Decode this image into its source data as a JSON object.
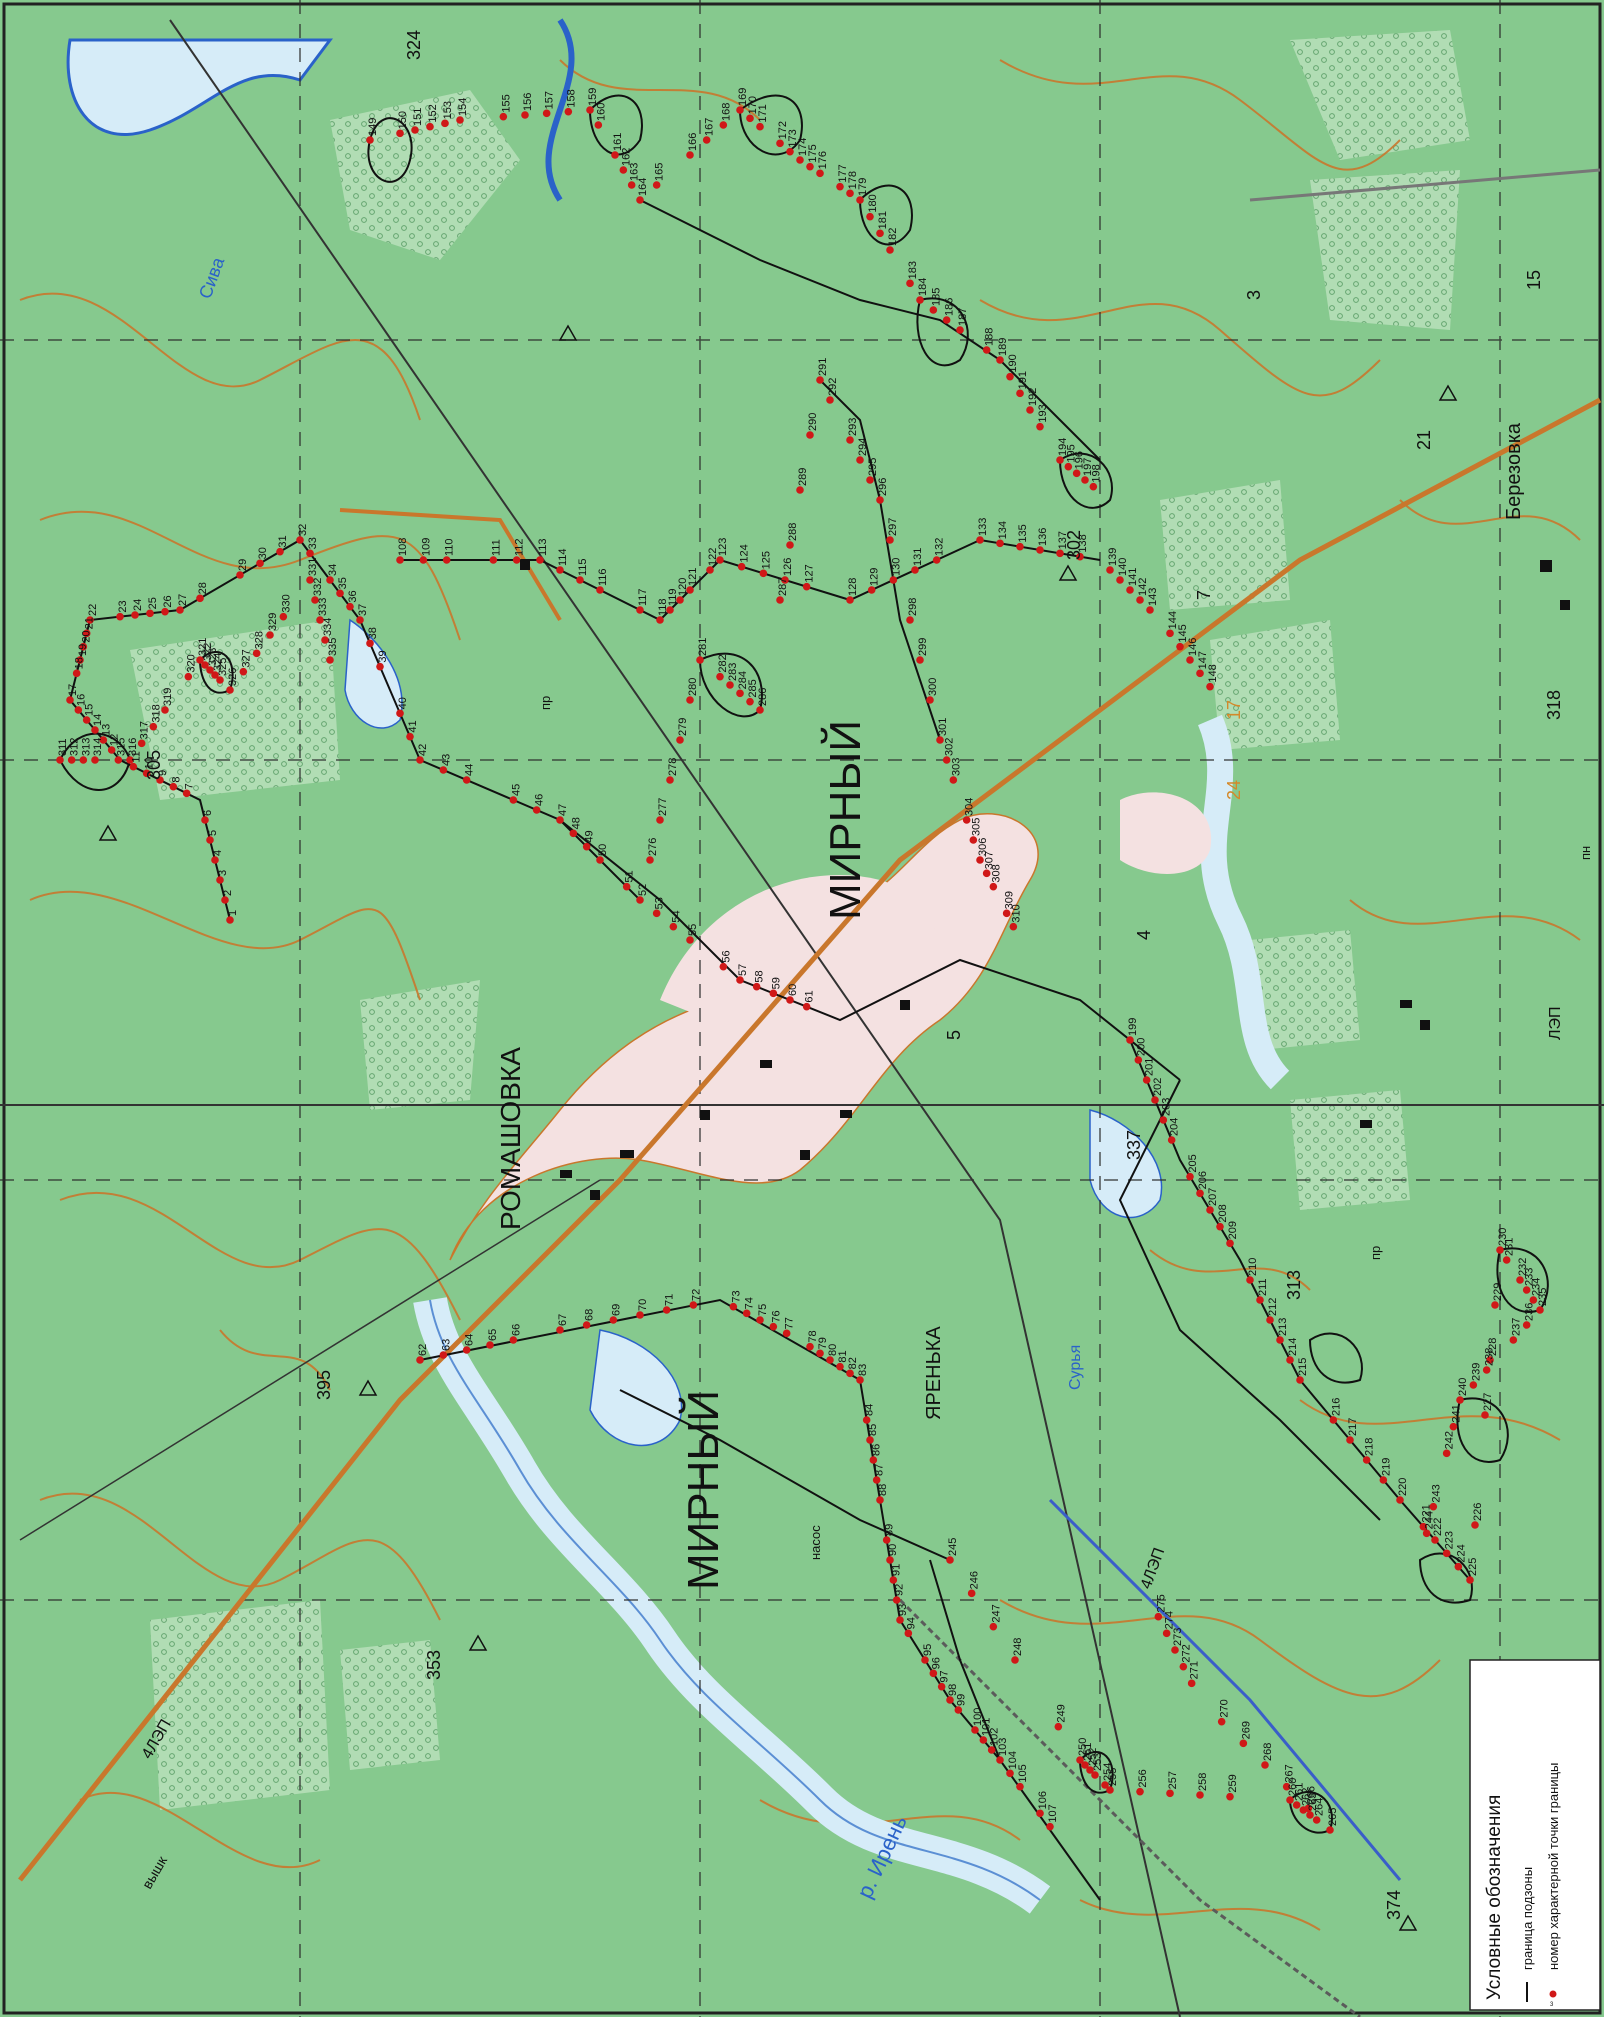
{
  "map": {
    "orientation": "rotated 90° counter-clockwise",
    "colors": {
      "terrain_green": "#86c98e",
      "forest_dots": "#b7ddb7",
      "settlement": "#f3dede",
      "water": "#d9ecf7",
      "river_blue": "#2a62c9",
      "contour_brown": "#c9772c",
      "boundary_line": "#111111",
      "boundary_point": "#d01818",
      "grid_dash": "#2b2b2b",
      "legend_bg": "#ffffff"
    },
    "settlement_labels": [
      "МИРНЫЙ",
      "РОМАШОВКА",
      "МИРНЫЙ"
    ],
    "place_labels": [
      "Березовка",
      "ЯРЕНЬКА"
    ],
    "river_labels": [
      "р. Ирень",
      "Сива",
      "Сурья"
    ],
    "feature_labels": [
      "4ЛЭП",
      "ЛЭП",
      "4ЛЭП",
      "вышк",
      "насос",
      "пр",
      "пн",
      "пр"
    ],
    "elevation_labels": [
      "353",
      "374",
      "395",
      "305",
      "324",
      "302",
      "318",
      "337",
      "313"
    ],
    "grid_labels": [
      "3",
      "7",
      "15",
      "21",
      "17",
      "24",
      "4",
      "5"
    ]
  },
  "boundary_point_numbers": [
    "1",
    "2",
    "3",
    "4",
    "5",
    "6",
    "7",
    "8",
    "9",
    "10",
    "11",
    "12",
    "13",
    "14",
    "15",
    "16",
    "17",
    "18",
    "19",
    "20",
    "21",
    "22",
    "23",
    "24",
    "25",
    "26",
    "27",
    "28",
    "29",
    "30",
    "31",
    "32",
    "33",
    "34",
    "35",
    "36",
    "37",
    "38",
    "39",
    "40",
    "41",
    "42",
    "43",
    "44",
    "45",
    "46",
    "47",
    "48",
    "49",
    "50",
    "51",
    "52",
    "53",
    "54",
    "55",
    "56",
    "57",
    "58",
    "59",
    "60",
    "61",
    "62",
    "63",
    "64",
    "65",
    "66",
    "67",
    "68",
    "69",
    "70",
    "71",
    "72",
    "73",
    "74",
    "75",
    "76",
    "77",
    "78",
    "79",
    "80",
    "81",
    "82",
    "83",
    "84",
    "85",
    "86",
    "87",
    "88",
    "89",
    "90",
    "91",
    "92",
    "93",
    "94",
    "95",
    "96",
    "97",
    "98",
    "99",
    "100",
    "101",
    "102",
    "103",
    "104",
    "105",
    "106",
    "107",
    "108",
    "109",
    "110",
    "111",
    "112",
    "113",
    "114",
    "115",
    "116",
    "117",
    "118",
    "119",
    "120",
    "121",
    "122",
    "123",
    "124",
    "125",
    "126",
    "127",
    "128",
    "129",
    "130",
    "131",
    "132",
    "133",
    "134",
    "135",
    "136",
    "137",
    "138",
    "139",
    "140",
    "141",
    "142",
    "143",
    "144",
    "145",
    "146",
    "147",
    "148",
    "149",
    "150",
    "151",
    "152",
    "153",
    "154",
    "155",
    "156",
    "157",
    "158",
    "159",
    "160",
    "161",
    "162",
    "163",
    "164",
    "165",
    "166",
    "167",
    "168",
    "169",
    "170",
    "171",
    "172",
    "173",
    "174",
    "175",
    "176",
    "177",
    "178",
    "179",
    "180",
    "181",
    "182",
    "183",
    "184",
    "185",
    "186",
    "187",
    "188",
    "189",
    "190",
    "191",
    "192",
    "193",
    "194",
    "195",
    "196",
    "197",
    "198",
    "199",
    "200",
    "201",
    "202",
    "203",
    "204",
    "205",
    "206",
    "207",
    "208",
    "209",
    "210",
    "211",
    "212",
    "213",
    "214",
    "215",
    "216",
    "217",
    "218",
    "219",
    "220",
    "221",
    "222",
    "223",
    "224",
    "225",
    "226",
    "227",
    "228",
    "229",
    "230",
    "231",
    "232",
    "233",
    "234",
    "235",
    "236",
    "237",
    "238",
    "239",
    "240",
    "241",
    "242",
    "243",
    "244",
    "245",
    "246",
    "247",
    "248",
    "249",
    "250",
    "251",
    "252",
    "253",
    "254",
    "255",
    "256",
    "257",
    "258",
    "259",
    "260",
    "261",
    "262",
    "263",
    "264",
    "265",
    "266",
    "267",
    "268",
    "269",
    "270",
    "271",
    "272",
    "273",
    "274",
    "275",
    "276",
    "277",
    "278",
    "279",
    "280",
    "281",
    "282",
    "283",
    "284",
    "285",
    "286",
    "287",
    "288",
    "289",
    "290",
    "291",
    "292",
    "293",
    "294",
    "295",
    "296",
    "297",
    "298",
    "299",
    "300",
    "301",
    "302",
    "303",
    "304",
    "305",
    "306",
    "307",
    "308",
    "309",
    "310",
    "311",
    "312",
    "313",
    "314",
    "315",
    "316",
    "317",
    "318",
    "319",
    "320",
    "321",
    "322",
    "323",
    "324",
    "325",
    "326",
    "327",
    "328",
    "329",
    "330",
    "331",
    "332",
    "333",
    "334",
    "335"
  ],
  "legend": {
    "title": "Условные обозначения",
    "items": [
      {
        "label": "граница подзоны",
        "icon": "black-line-icon"
      },
      {
        "label": "номер характерной точки границы",
        "icon": "boundary-point-icon"
      }
    ]
  }
}
